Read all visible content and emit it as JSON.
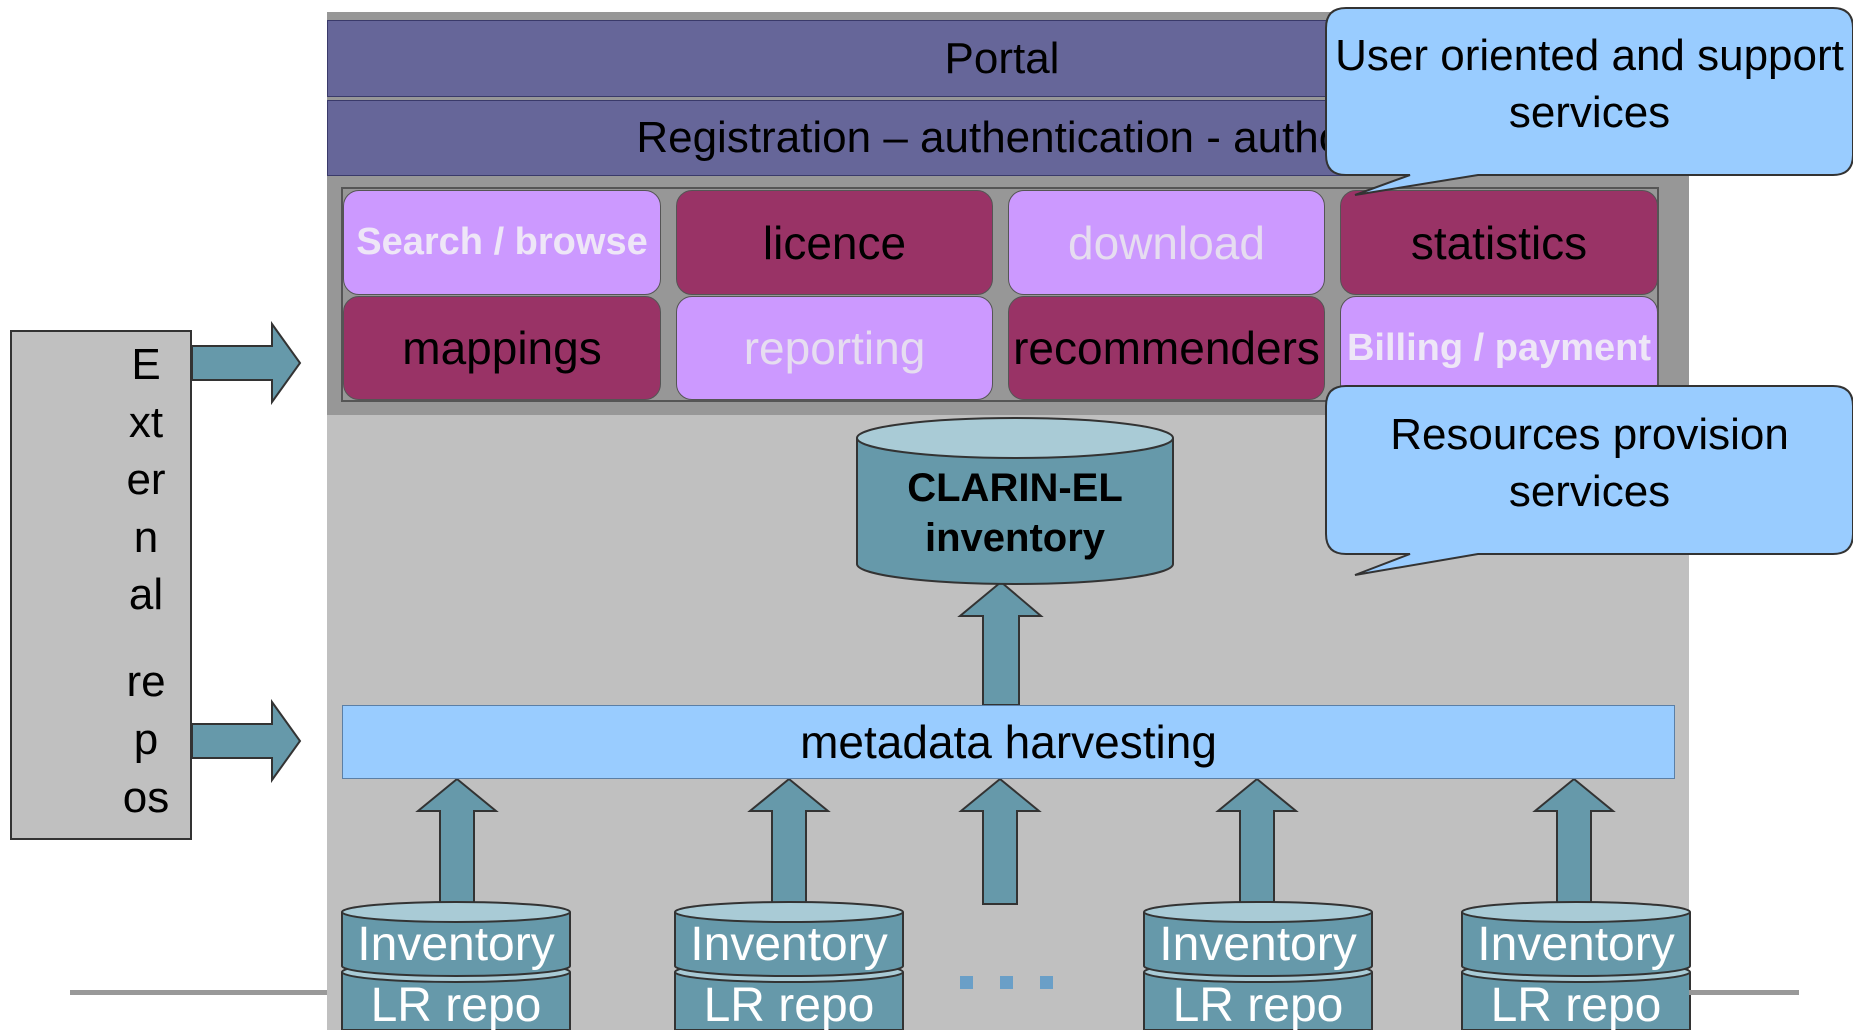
{
  "portal": {
    "title": "Portal",
    "registration": "Registration – authentication - authori"
  },
  "services": [
    {
      "label": "Search / browse",
      "style": "light"
    },
    {
      "label": "licence",
      "style": "dark"
    },
    {
      "label": "download",
      "style": "light"
    },
    {
      "label": "statistics",
      "style": "dark"
    },
    {
      "label": "mappings",
      "style": "dark"
    },
    {
      "label": "reporting",
      "style": "light"
    },
    {
      "label": "recommenders",
      "style": "dark"
    },
    {
      "label": "Billing / payment",
      "style": "light"
    }
  ],
  "callouts": {
    "user": "User oriented and support services",
    "resources": "Resources provision services"
  },
  "inventory": {
    "line1": "CLARIN-EL",
    "line2": "inventory"
  },
  "harvesting": "metadata harvesting",
  "external_letters": [
    "E",
    "xt",
    "er",
    "n",
    "al",
    "re",
    "p",
    "os"
  ],
  "repos": [
    {
      "top": "Inventory",
      "bottom": "LR repo"
    },
    {
      "top": "Inventory",
      "bottom": "LR repo"
    },
    {
      "top": "Inventory",
      "bottom": "LR repo"
    },
    {
      "top": "Inventory",
      "bottom": "LR repo"
    }
  ],
  "colors": {
    "portal_bar": "#666699",
    "service_dark": "#993366",
    "service_light": "#cc99ff",
    "harvest": "#99ccff",
    "arrow": "#6699aa",
    "callout": "#99ccff",
    "panel": "#c0c0c0"
  }
}
